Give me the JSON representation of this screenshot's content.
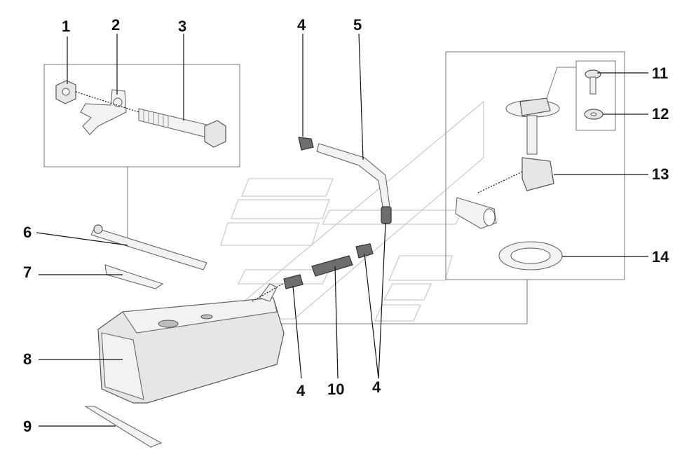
{
  "diagram": {
    "callouts": [
      {
        "id": "c1",
        "label": "1"
      },
      {
        "id": "c2",
        "label": "2"
      },
      {
        "id": "c3",
        "label": "3"
      },
      {
        "id": "c4a",
        "label": "4"
      },
      {
        "id": "c5",
        "label": "5"
      },
      {
        "id": "c6",
        "label": "6"
      },
      {
        "id": "c7",
        "label": "7"
      },
      {
        "id": "c8",
        "label": "8"
      },
      {
        "id": "c9",
        "label": "9"
      },
      {
        "id": "c4b",
        "label": "4"
      },
      {
        "id": "c10",
        "label": "10"
      },
      {
        "id": "c4c",
        "label": "4"
      },
      {
        "id": "c11",
        "label": "11"
      },
      {
        "id": "c12",
        "label": "12"
      },
      {
        "id": "c13",
        "label": "13"
      },
      {
        "id": "c14",
        "label": "14"
      }
    ],
    "colors": {
      "line": "#111111",
      "part_fill": "#e6e6e6",
      "hose_fill": "#6e6e6e",
      "frame": "#777777",
      "watermark": "#c9c9c9"
    }
  }
}
